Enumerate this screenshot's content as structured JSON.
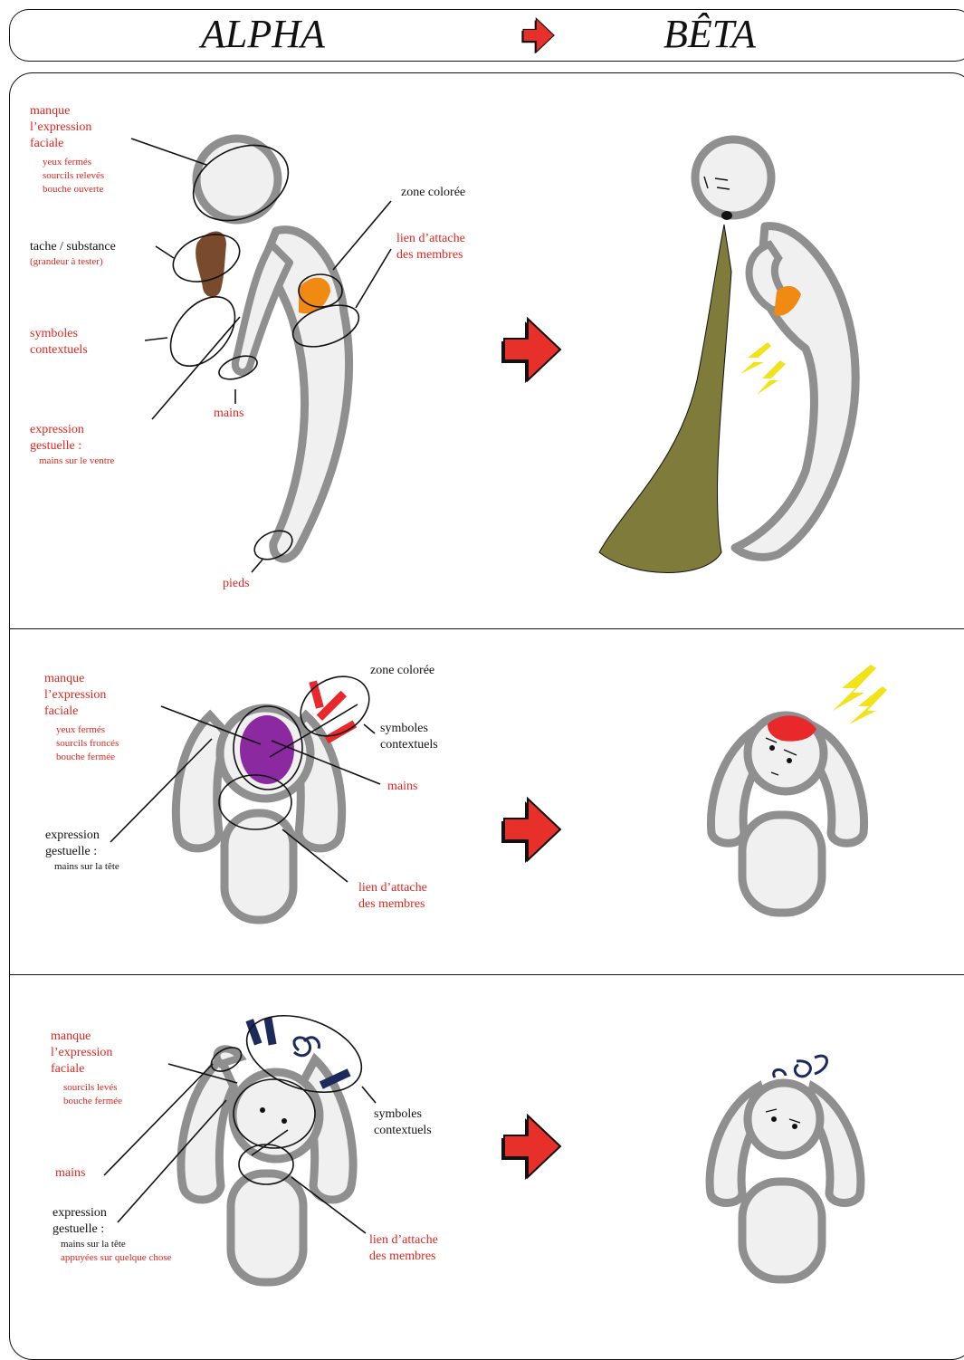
{
  "header": {
    "left_title": "ALPHA",
    "right_title": "BÊTA"
  },
  "colors": {
    "annotation_red": "#e0261f",
    "arrow_red": "#e8302a",
    "body_gray": "#8f8f8f",
    "body_fill": "#f0f0f0",
    "vomit_olive": "#7f7b3a",
    "stain_brown": "#7a4a2c",
    "zone_orange": "#f08a12",
    "zone_purple": "#8b2aa0",
    "zone_red": "#e8282a",
    "lightning_yellow": "#f2e21a",
    "swirl_navy": "#1d2a5c"
  },
  "panels": [
    {
      "name": "stomach-ache",
      "labels": {
        "manque": "manque\nl’expression\nfaciale",
        "manque_sub": "yeux fermés\nsourcils relevés\nbouche ouverte",
        "tache": "tache / substance",
        "tache_sub": "(grandeur à tester)",
        "symboles": "symboles\ncontextuels",
        "expression": "expression\ngestuelle :",
        "expression_sub": "mains sur le ventre",
        "mains": "mains",
        "pieds": "pieds",
        "zone": "zone colorée",
        "lien": "lien d’attache\ndes membres"
      }
    },
    {
      "name": "headache",
      "labels": {
        "manque": "manque\nl’expression\nfaciale",
        "manque_sub": "yeux fermés\nsourcils froncés\nbouche fermée",
        "zone": "zone colorée",
        "symboles": "symboles\ncontextuels",
        "mains": "mains",
        "expression": "expression\ngestuelle :",
        "expression_sub": "mains sur la tête",
        "lien": "lien d’attache\ndes membres"
      }
    },
    {
      "name": "dizziness",
      "labels": {
        "manque": "manque\nl’expression\nfaciale",
        "manque_sub": "sourcils levés\nbouche fermée",
        "symboles": "symboles\ncontextuels",
        "mains": "mains",
        "expression": "expression\ngestuelle :",
        "expression_sub_black": "mains sur la tête",
        "expression_sub_red": "appuyées sur quelque chose",
        "lien": "lien d’attache\ndes membres"
      }
    }
  ]
}
